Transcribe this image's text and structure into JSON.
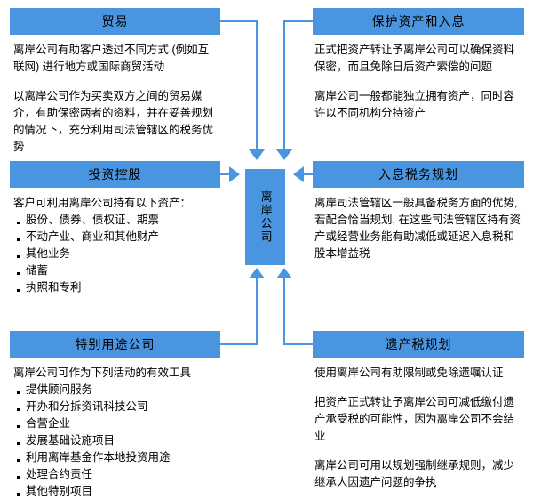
{
  "diagram": {
    "accent_color": "#4A95E0",
    "center": {
      "label": "离岸公司"
    },
    "panels": {
      "trade": {
        "title": "贸易",
        "paragraphs": [
          "离岸公司有助客户透过不同方式 (例如互联网) 进行地方或国际商贸活动",
          "以离岸公司作为买卖双方之间的贸易媒介，有助保密两者的资料，并在妥善规划的情况下，充分利用司法管辖区的税务优势"
        ]
      },
      "asset_protection": {
        "title": "保护资产和入息",
        "paragraphs": [
          "正式把资产转让予离岸公司可以确保资料保密，而且免除日后资产索偿的问题",
          "离岸公司一般都能独立拥有资产，同时容许以不同机构分持资产"
        ]
      },
      "investment_holding": {
        "title": "投资控股",
        "intro": "客户可利用离岸公司持有以下资产：",
        "bullets": [
          "股份、债券、债权证、期票",
          "不动产业、商业和其他财产",
          "其他业务",
          "储蓄",
          "执照和专利"
        ]
      },
      "income_tax_planning": {
        "title": "入息税务规划",
        "paragraphs": [
          "离岸司法管辖区一般具备税务方面的优势, 若配合恰当规划, 在这些司法管辖区持有资产或经营业务能有助减低或延迟入息税和股本增益税"
        ]
      },
      "special_purpose": {
        "title": "特别用途公司",
        "intro": "离岸公司可作为下列活动的有效工具",
        "bullets": [
          "提供顾问服务",
          "开办和分拆资讯科技公司",
          "合营企业",
          "发展基础设施项目",
          "利用离岸基金作本地投资用途",
          "处理合约责任",
          "其他特别项目"
        ]
      },
      "estate_tax_planning": {
        "title": "遗产税规划",
        "paragraphs": [
          "使用离岸公司有助限制或免除遗嘱认证",
          "把资产正式转让予离岸公司可减低缴付遗产承受税的可能性，因为离岸公司不会结业",
          "离岸公司可用以规划强制继承规则，减少继承人因遗产问题的争执"
        ]
      }
    }
  }
}
